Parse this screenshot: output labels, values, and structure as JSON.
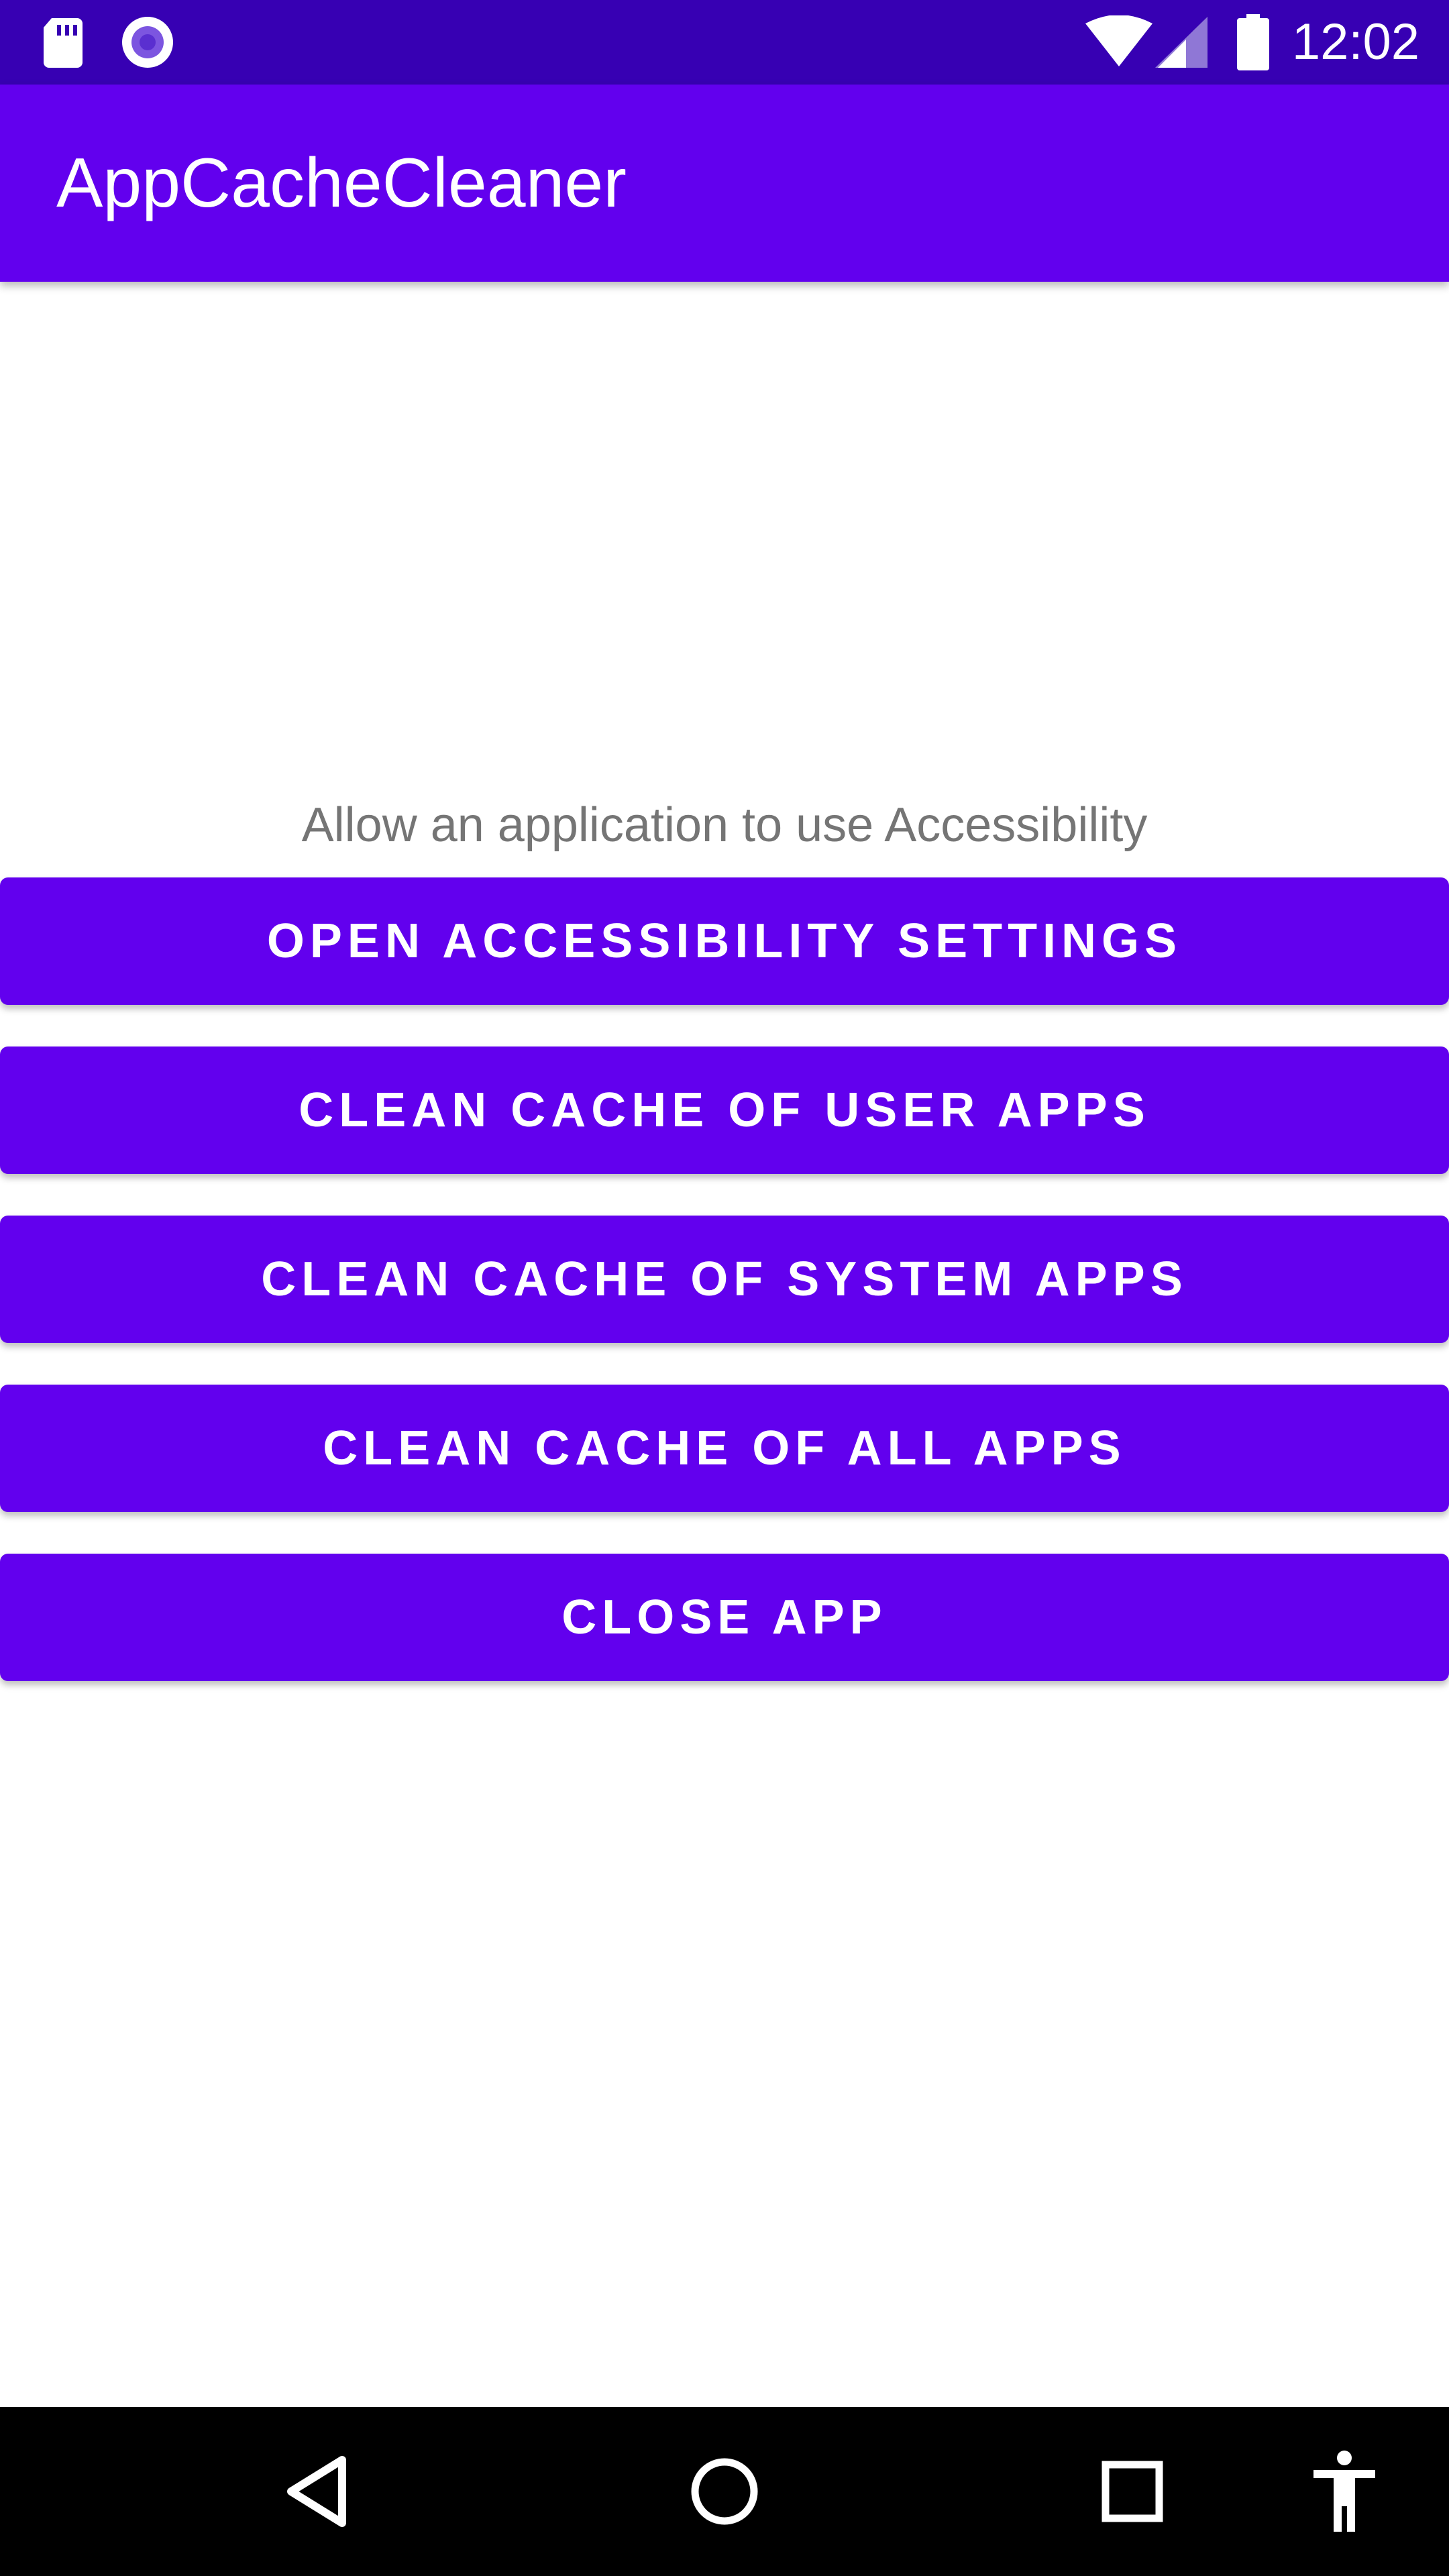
{
  "status_bar": {
    "time": "12:02",
    "icons": [
      "sd-card-icon",
      "record-icon",
      "wifi-icon",
      "signal-icon",
      "battery-icon"
    ],
    "background": "#3700b3"
  },
  "app_bar": {
    "title": "AppCacheCleaner",
    "background": "#6200ee"
  },
  "main": {
    "hint": "Allow an application to use Accessibility",
    "buttons": [
      {
        "label": "OPEN ACCESSIBILITY SETTINGS"
      },
      {
        "label": "CLEAN CACHE OF USER APPS"
      },
      {
        "label": "CLEAN CACHE OF SYSTEM APPS"
      },
      {
        "label": "CLEAN CACHE OF ALL APPS"
      },
      {
        "label": "CLOSE APP"
      }
    ],
    "button_color": "#6200ee"
  },
  "nav_bar": {
    "icons": [
      "back-icon",
      "home-icon",
      "recents-icon",
      "accessibility-icon"
    ]
  }
}
